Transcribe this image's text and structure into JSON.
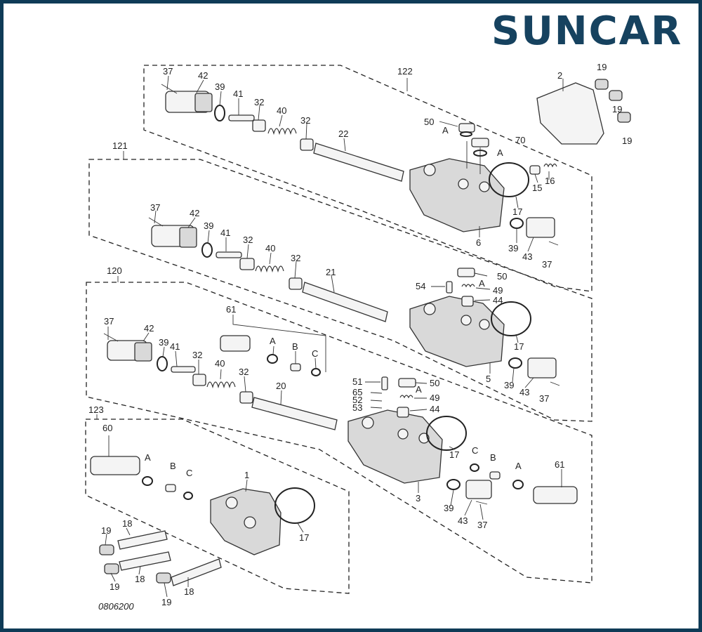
{
  "brand": {
    "logo_text": "SUNCAR",
    "colors": {
      "frame": "#0f3b57",
      "logo": "#16425f"
    }
  },
  "diagram": {
    "drawing_code": "0806200",
    "labels": {
      "n122": "122",
      "n121": "121",
      "n120": "120",
      "n123": "123",
      "n1": "1",
      "n2": "2",
      "n3": "3",
      "n5": "5",
      "n6": "6",
      "n15": "15",
      "n16": "16",
      "n17": "17",
      "n18": "18",
      "n19": "19",
      "n20": "20",
      "n21": "21",
      "n22": "22",
      "n32": "32",
      "n37": "37",
      "n39": "39",
      "n40": "40",
      "n41": "41",
      "n42": "42",
      "n43": "43",
      "n44": "44",
      "n49": "49",
      "n50": "50",
      "n51": "51",
      "n52": "52",
      "n53": "53",
      "n54": "54",
      "n60": "60",
      "n61": "61",
      "n65": "65",
      "n70": "70",
      "A": "A",
      "B": "B",
      "C": "C"
    }
  }
}
